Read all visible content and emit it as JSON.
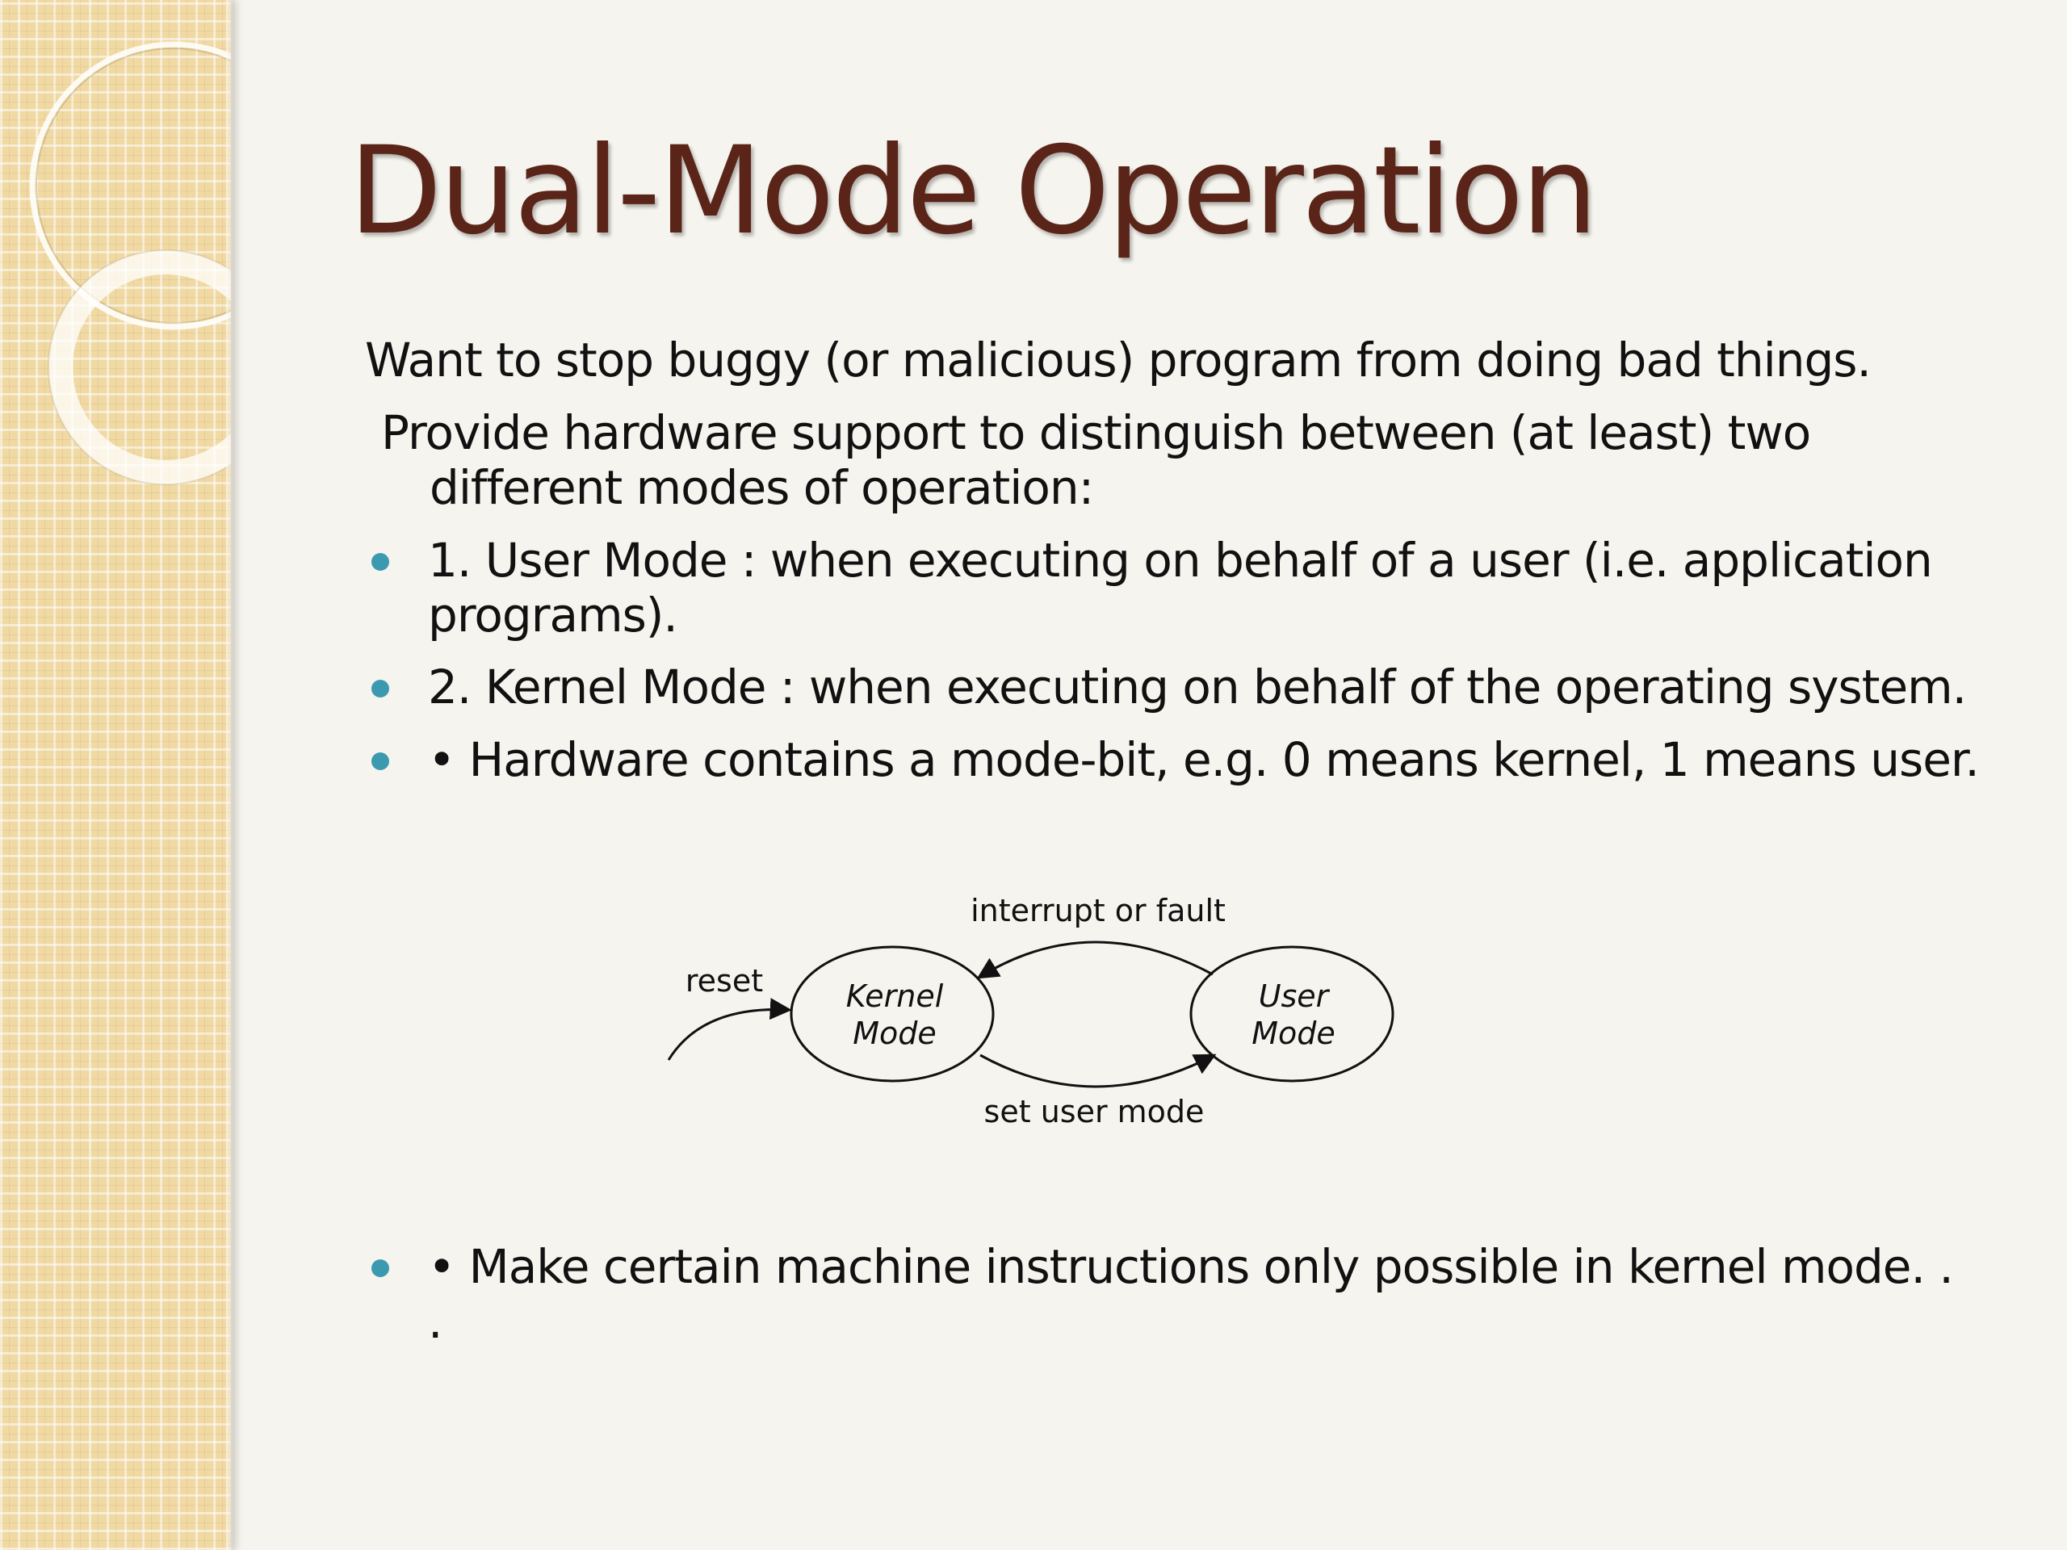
{
  "slide": {
    "title": "Dual-Mode Operation",
    "paragraphs": [
      "Want to stop buggy (or malicious) program from doing bad things.",
      "Provide hardware support to distinguish between (at least) two",
      "different modes of operation:"
    ],
    "bullets": [
      {
        "line1": "1. User Mode : when executing on behalf of a user (i.e. application",
        "line2": "programs)."
      },
      {
        "line1": "2. Kernel Mode : when executing on behalf of the operating system."
      },
      {
        "line1": "• Hardware contains a mode-bit, e.g. 0 means kernel, 1 means user."
      },
      {
        "line1": "• Make certain machine instructions only possible in kernel mode. .",
        "line2": "."
      }
    ]
  },
  "diagram": {
    "top_edge_label": "interrupt or fault",
    "bottom_edge_label": "set user mode",
    "reset_label": "reset",
    "kernel_state_line1": "Kernel",
    "kernel_state_line2": "Mode",
    "user_state_line1": "User",
    "user_state_line2": "Mode"
  },
  "colors": {
    "title": "#5a2518",
    "bullet": "#3c9ab0",
    "left_band": "#f0d9a3"
  }
}
